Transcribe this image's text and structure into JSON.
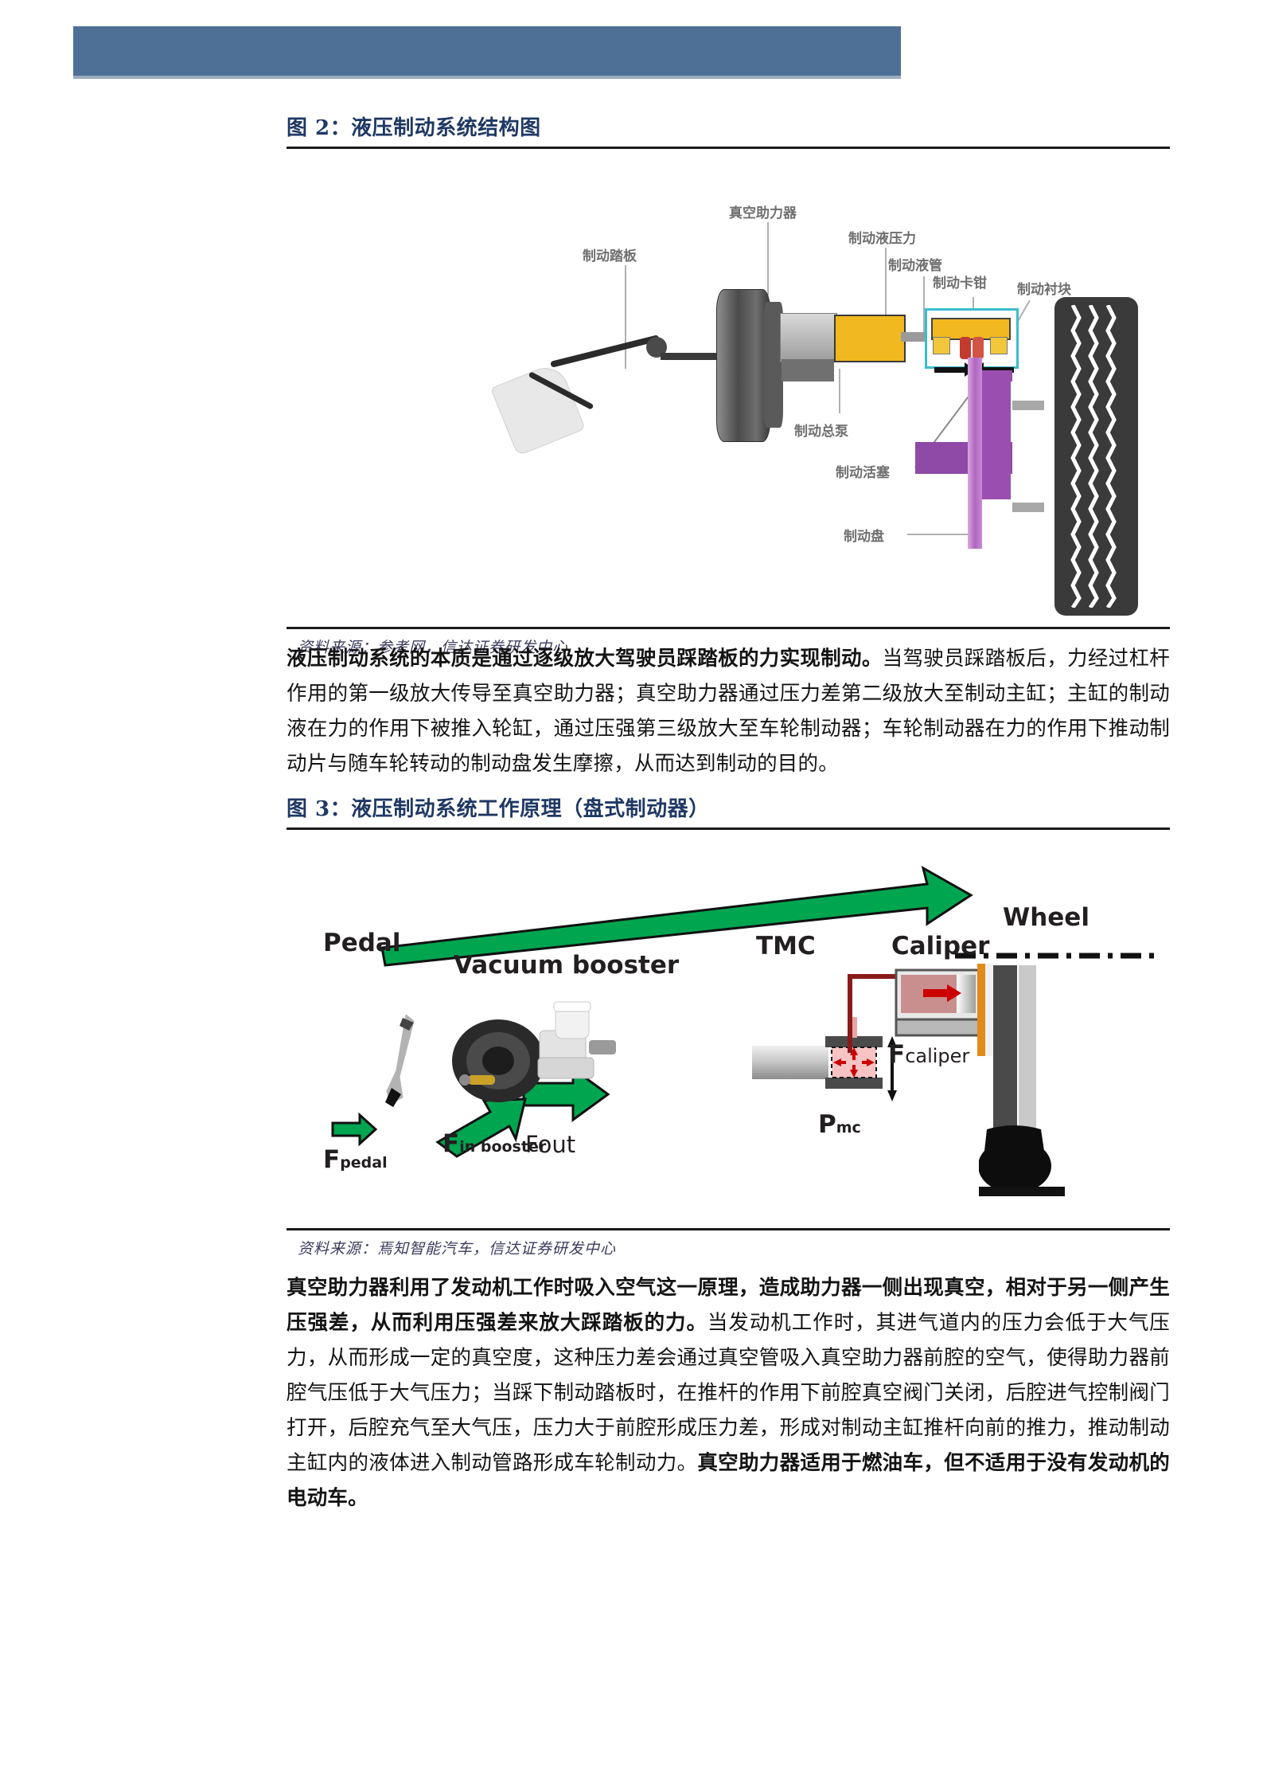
{
  "header": {
    "band_color": "#4e7096"
  },
  "figure2": {
    "title": "图 2：液压制动系统结构图",
    "source": "资料来源：参考网，信达证券研发中心",
    "labels": {
      "vacuum_booster": "真空助力器",
      "brake_fluid_pressure": "制动液压力",
      "brake_pedal": "制动踏板",
      "brake_fluid_pipe": "制动液管",
      "brake_caliper": "制动卡钳",
      "brake_pad": "制动衬块",
      "master_cylinder": "制动总泵",
      "brake_piston": "制动活塞",
      "brake_disc": "制动盘"
    }
  },
  "paragraph1": {
    "bold_lead": "液压制动系统的本质是通过逐级放大驾驶员踩踏板的力实现制动。",
    "rest": "当驾驶员踩踏板后，力经过杠杆作用的第一级放大传导至真空助力器；真空助力器通过压力差第二级放大至制动主缸；主缸的制动液在力的作用下被推入轮缸，通过压强第三级放大至车轮制动器；车轮制动器在力的作用下推动制动片与随车轮转动的制动盘发生摩擦，从而达到制动的目的。"
  },
  "figure3": {
    "title": "图 3：液压制动系统工作原理（盘式制动器）",
    "source": "资料来源：焉知智能汽车，信达证券研发中心",
    "labels": {
      "pedal": "Pedal",
      "vacuum_booster": "Vacuum booster",
      "tmc": "TMC",
      "caliper": "Caliper",
      "wheel": "Wheel",
      "f_pedal_main": "F",
      "f_pedal_sub": "pedal",
      "f_in_booster_main": "F",
      "f_in_booster_sub": "in booster",
      "fout": "Fout",
      "p_mc_main": "P",
      "p_mc_sub": "mc",
      "f_caliper_main": "F",
      "f_caliper_sub": "caliper"
    },
    "accent_green": "#00A550",
    "accent_red": "#CC0000"
  },
  "paragraph2": {
    "bold_lead": "真空助力器利用了发动机工作时吸入空气这一原理，造成助力器一侧出现真空，相对于另一侧产生压强差，从而利用压强差来放大踩踏板的力。",
    "rest": "当发动机工作时，其进气道内的压力会低于大气压力，从而形成一定的真空度，这种压力差会通过真空管吸入真空助力器前腔的空气，使得助力器前腔气压低于大气压力；当踩下制动踏板时，在推杆的作用下前腔真空阀门关闭，后腔进气控制阀门打开，后腔充气至大气压，压力大于前腔形成压力差，形成对制动主缸推杆向前的推力，推动制动主缸内的液体进入制动管路形成车轮制动力。",
    "bold_tail": "真空助力器适用于燃油车，但不适用于没有发动机的电动车。"
  }
}
